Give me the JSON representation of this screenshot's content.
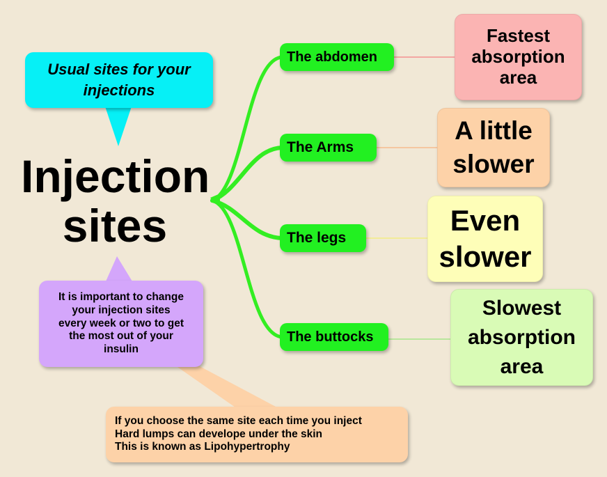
{
  "central_topic": {
    "line1": "Injection",
    "line2": "sites"
  },
  "callout_top": {
    "text": "Usual sites for your injections",
    "color": "#06f0f6"
  },
  "callout_purple": {
    "lines": [
      "It is important to change",
      "your injection sites",
      "every week or two to get",
      "the most out of your",
      "insulin"
    ],
    "color": "#d4a6fb"
  },
  "callout_orange": {
    "lines": [
      "If you choose the same site each time you inject",
      "Hard lumps can develope under the skin",
      "This is known as Lipohypertrophy"
    ],
    "color": "#fdd2a8"
  },
  "branches": [
    {
      "label": "The abdomen",
      "color": "#22f021"
    },
    {
      "label": "The Arms",
      "color": "#22f021"
    },
    {
      "label": "The legs",
      "color": "#22f021"
    },
    {
      "label": "The buttocks",
      "color": "#22f021"
    }
  ],
  "leaves": [
    {
      "lines": [
        "Fastest",
        "absorption",
        "area"
      ],
      "color": "#fbb4b3"
    },
    {
      "lines": [
        "A little",
        "slower"
      ],
      "color": "#fdd2a8"
    },
    {
      "lines": [
        "Even",
        "slower"
      ],
      "color": "#fefeb8"
    },
    {
      "lines": [
        "Slowest",
        "absorption",
        "area"
      ],
      "color": "#d9fbb6"
    }
  ],
  "connector_color": "#33ee22"
}
